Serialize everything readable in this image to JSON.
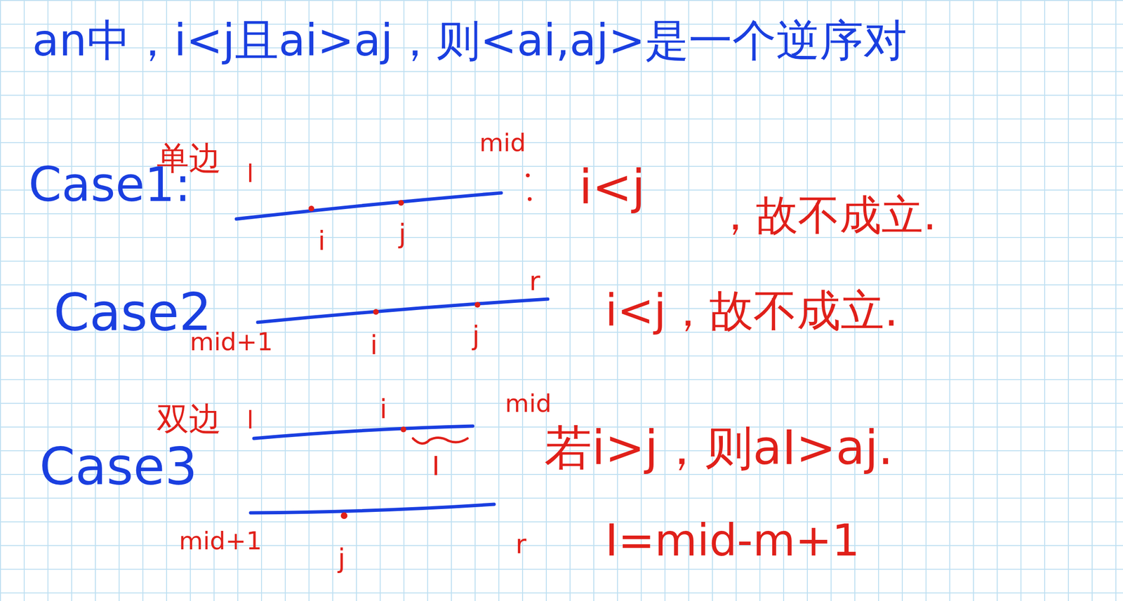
{
  "diagram": {
    "labels": [
      "an中，i<j且ai>aj，则<ai,aj>是一个逆序对",
      "Case1:",
      "单边",
      "l",
      "mid",
      "i",
      "j",
      "i<j",
      "，故不成立.",
      "Case2",
      "r",
      "mid+1",
      "i",
      "j",
      "i<j，故不成立.",
      "双边",
      "l",
      "i",
      "mid",
      "I",
      "Case3",
      "若i>j，则aI>aj.",
      "mid+1",
      "r",
      "I=mid-m+1",
      "j"
    ]
  }
}
